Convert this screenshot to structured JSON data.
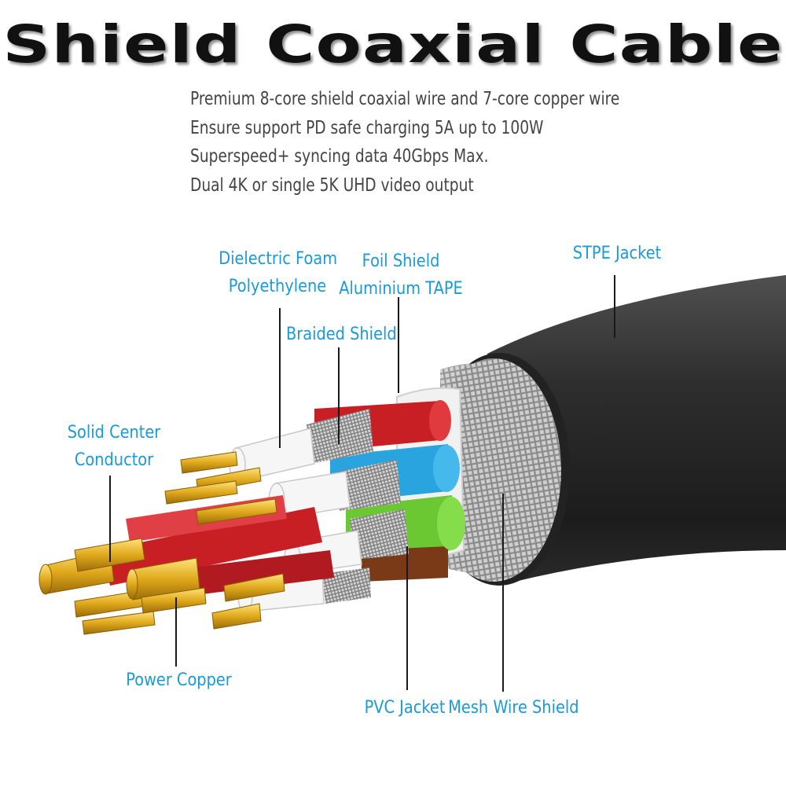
{
  "title": "Shield Coaxial Cable",
  "features": [
    "Premium 8-core shield coaxial wire and 7-core copper wire",
    "Ensure support PD safe charging 5A up to 100W",
    "Superspeed+ syncing data 40Gbps Max.",
    "Dual 4K or single 5K UHD video output"
  ],
  "labels": {
    "dielectric_foam_1": "Dielectric Foam",
    "dielectric_foam_2": "Polyethylene",
    "foil_shield_1": "Foil Shield",
    "foil_shield_2": "Aluminium TAPE",
    "stpe_jacket": "STPE Jacket",
    "braided_shield": "Braided Shield",
    "solid_center_1": "Solid Center",
    "solid_center_2": "Conductor",
    "power_copper": "Power Copper",
    "pvc_jacket": "PVC Jacket",
    "mesh_wire_shield": "Mesh Wire Shield"
  },
  "colors": {
    "label": "#1a9ad6",
    "jacket": "#3a3a3a",
    "gold": "#e0a91c",
    "red_core": "#c81f24",
    "blue_core": "#2aa4de",
    "green_core": "#6cc832",
    "brown_core": "#7a3a18",
    "mesh": "#b8b8b8"
  }
}
